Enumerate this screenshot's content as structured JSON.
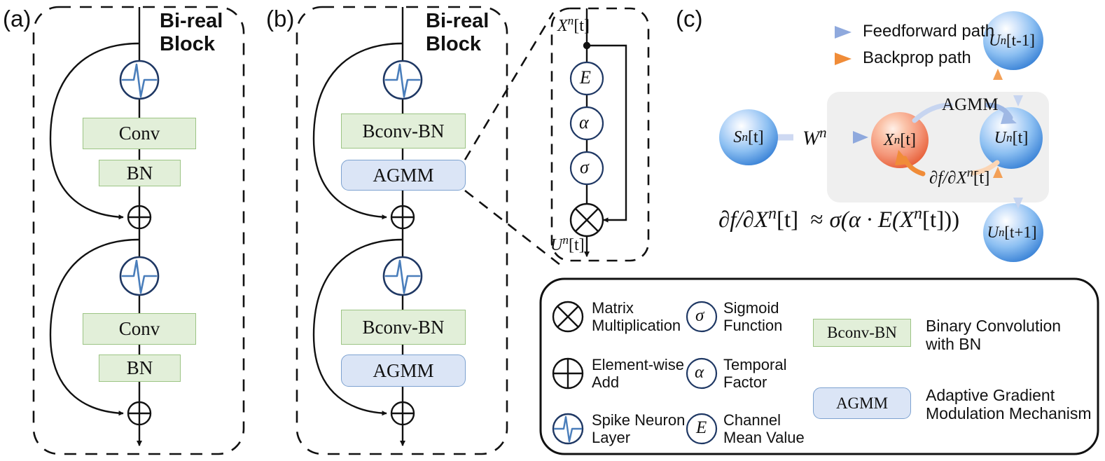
{
  "figure": {
    "panels": [
      {
        "id": "a",
        "label": "(a)",
        "title": "Bi-real\nBlock"
      },
      {
        "id": "b",
        "label": "(b)",
        "title": "Bi-real\nBlock"
      },
      {
        "id": "c",
        "label": "(c)"
      }
    ]
  },
  "panel_a": {
    "label": "(a)",
    "title_line1": "Bi-real",
    "title_line2": "Block",
    "blocks": [
      {
        "name": "spike-neuron",
        "kind": "spike-icon"
      },
      {
        "name": "conv",
        "kind": "green",
        "label": "Conv"
      },
      {
        "name": "bn",
        "kind": "green",
        "label": "BN"
      },
      {
        "name": "add",
        "kind": "plus-icon"
      },
      {
        "name": "spike-neuron",
        "kind": "spike-icon"
      },
      {
        "name": "conv",
        "kind": "green",
        "label": "Conv"
      },
      {
        "name": "bn",
        "kind": "green",
        "label": "BN"
      },
      {
        "name": "add",
        "kind": "plus-icon"
      }
    ]
  },
  "panel_b": {
    "label": "(b)",
    "title_line1": "Bi-real",
    "title_line2": "Block",
    "blocks": [
      {
        "name": "spike-neuron",
        "kind": "spike-icon"
      },
      {
        "name": "bconv-bn",
        "kind": "green",
        "label": "Bconv-BN"
      },
      {
        "name": "agmm",
        "kind": "blue",
        "label": "AGMM"
      },
      {
        "name": "add",
        "kind": "plus-icon"
      },
      {
        "name": "spike-neuron",
        "kind": "spike-icon"
      },
      {
        "name": "bconv-bn",
        "kind": "green",
        "label": "Bconv-BN"
      },
      {
        "name": "agmm",
        "kind": "blue",
        "label": "AGMM"
      },
      {
        "name": "add",
        "kind": "plus-icon"
      }
    ]
  },
  "agmm_detail": {
    "input_label": "X",
    "input_sup": "n",
    "input_idx": "[t]",
    "output_label": "U",
    "output_sup": "n",
    "output_idx": "[t]",
    "nodes": [
      {
        "name": "channel-mean",
        "symbol": "E"
      },
      {
        "name": "temporal-factor",
        "symbol": "α"
      },
      {
        "name": "sigmoid",
        "symbol": "σ"
      },
      {
        "name": "matrix-multiply",
        "symbol": "⊗"
      }
    ]
  },
  "panel_c": {
    "label": "(c)",
    "legend": [
      {
        "name": "feedforward",
        "text": "Feedforward path",
        "color": "#8fa9dd"
      },
      {
        "name": "backprop",
        "text": "Backprop path",
        "color": "#f08c38"
      }
    ],
    "agmm_annotation": "AGMM",
    "grad_annotation_parts": {
      "d1": "∂f/∂X",
      "sup": "n",
      "idx": "[t]"
    },
    "weight_label": {
      "base": "W",
      "sup": "n"
    },
    "spheres": [
      {
        "name": "s-n-t",
        "base": "S",
        "sup": "n",
        "idx": "[t]",
        "color": "#6ea8e8"
      },
      {
        "name": "x-n-t",
        "base": "X",
        "sup": "n",
        "idx": "[t]",
        "color": "#f08060"
      },
      {
        "name": "u-n-t",
        "base": "U",
        "sup": "n",
        "idx": "[t]",
        "color": "#6ea8e8"
      },
      {
        "name": "u-n-t-minus-1",
        "base": "U",
        "sup": "n",
        "idx": "[t-1]",
        "color": "#6ea8e8"
      },
      {
        "name": "u-n-t-plus-1",
        "base": "U",
        "sup": "n",
        "idx": "[t+1]",
        "color": "#6ea8e8"
      }
    ],
    "equation": {
      "lhs_1": "∂f/∂X",
      "lhs_sup": "n",
      "lhs_idx": "[t]",
      "approx": "≈",
      "rhs": "σ(α · E(X",
      "rhs_sup": "n",
      "rhs_tail": "[t]))"
    }
  },
  "legend_box": {
    "items": [
      {
        "name": "matrix-multiplication",
        "icon": "otimes",
        "line1": "Matrix",
        "line2": "Multiplication"
      },
      {
        "name": "sigmoid-function",
        "icon": "circle-sigma",
        "symbol": "σ",
        "line1": "Sigmoid",
        "line2": "Function"
      },
      {
        "name": "element-wise-add",
        "icon": "oplus",
        "line1": "Element-wise",
        "line2": "Add"
      },
      {
        "name": "temporal-factor",
        "icon": "circle-alpha",
        "symbol": "α",
        "line1": "Temporal",
        "line2": "Factor"
      },
      {
        "name": "spike-neuron-layer",
        "icon": "spike",
        "line1": "Spike Neuron",
        "line2": "Layer"
      },
      {
        "name": "channel-mean-value",
        "icon": "circle-E",
        "symbol": "E",
        "line1": "Channel",
        "line2": "Mean Value"
      }
    ],
    "boxes": [
      {
        "name": "bconv-bn-legend",
        "kind": "green",
        "label": "Bconv-BN",
        "line1": "Binary Convolution",
        "line2": "with BN"
      },
      {
        "name": "agmm-legend",
        "kind": "blue",
        "label": "AGMM",
        "line1": "Adaptive Gradient",
        "line2": "Modulation Mechanism"
      }
    ]
  },
  "colors": {
    "green_fill": "#e2efd9",
    "green_border": "#9cc484",
    "blue_fill": "#dbe5f6",
    "blue_border": "#7da2d0",
    "spike_circle": "#1f3864",
    "spike_wave": "#4a7ebb",
    "feedforward": "#8fa9dd",
    "backprop": "#f08c38",
    "gray_panel": "#efefef",
    "sphere_blue": "#6ea8e8",
    "sphere_orange": "#f08060"
  }
}
